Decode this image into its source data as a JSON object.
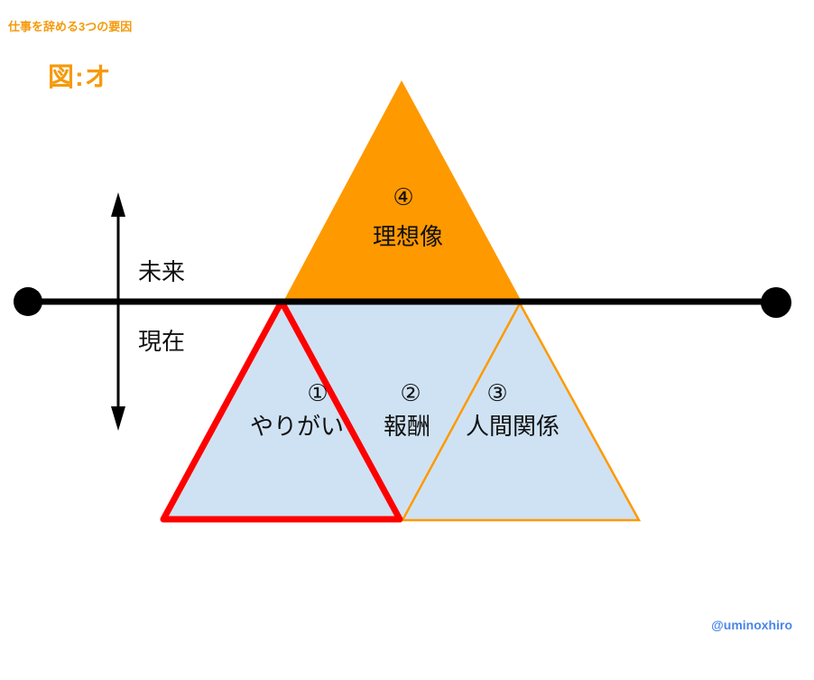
{
  "header": {
    "subtitle": "仕事を辞める3つの要因",
    "figure_label": "図:オ"
  },
  "axis": {
    "future_label": "未来",
    "present_label": "現在"
  },
  "triangles": [
    {
      "number": "①",
      "label": "やりがい",
      "fill": "#cfe2f3",
      "stroke": "#ff0000"
    },
    {
      "number": "②",
      "label": "報酬",
      "fill": "#cfe2f3",
      "stroke": "none"
    },
    {
      "number": "③",
      "label": "人間関係",
      "fill": "#cfe2f3",
      "stroke": "#ff9900"
    },
    {
      "number": "④",
      "label": "理想像",
      "fill": "#ff9900",
      "stroke": "none"
    }
  ],
  "colors": {
    "accent_orange": "#ff9900",
    "title_orange": "#f59a0c",
    "highlight_red": "#ff0000",
    "light_blue": "#cfe2f3",
    "line_black": "#000000",
    "credit_blue": "#4a86e8"
  },
  "footer": {
    "credit": "@uminoxhiro"
  }
}
